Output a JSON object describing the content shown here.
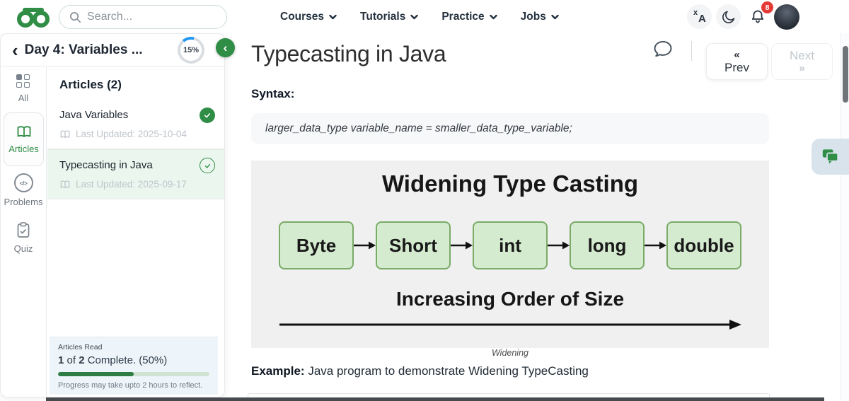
{
  "navbar": {
    "search_placeholder": "Search...",
    "menu": [
      {
        "label": "Courses"
      },
      {
        "label": "Tutorials"
      },
      {
        "label": "Practice"
      },
      {
        "label": "Jobs"
      }
    ],
    "notification_count": "8"
  },
  "sidebar": {
    "header": {
      "title": "Day 4: Variables ...",
      "progress": "15%"
    },
    "tabs": [
      {
        "label": "All"
      },
      {
        "label": "Articles"
      },
      {
        "label": "Problems"
      },
      {
        "label": "Quiz"
      }
    ],
    "list": {
      "section_title": "Articles (2)",
      "items": [
        {
          "title": "Java Variables",
          "updated": "Last Updated: 2025-10-04"
        },
        {
          "title": "Typecasting in Java",
          "updated": "Last Updated: 2025-09-17"
        }
      ]
    },
    "progress_box": {
      "label": "Articles Read",
      "n1": "1",
      "of": " of ",
      "n2": "2",
      "rest": " Complete. (50%)",
      "percent": 50,
      "note": "Progress may take upto 2 hours to reflect."
    }
  },
  "main": {
    "title": "Typecasting in Java",
    "nav": {
      "prev": "Prev",
      "next": "Next",
      "prev_glyph": "«",
      "next_glyph": "»"
    },
    "syntax_heading": "Syntax:",
    "syntax_code": "larger_data_type variable_name = smaller_data_type_variable;",
    "figure": {
      "title": "Widening Type Casting",
      "boxes": [
        "Byte",
        "Short",
        "int",
        "long",
        "double"
      ],
      "subtitle": "Increasing Order of Size",
      "caption": "Widening"
    },
    "example": {
      "bold": "Example:",
      "text": " Java program to demonstrate Widening TypeCasting"
    }
  },
  "icons": {
    "back_chevron": "‹",
    "collapse_chevron": "‹",
    "code_glyph": "</>"
  },
  "colors": {
    "brand_green": "#2f8d46",
    "progress_blue": "#2196f3",
    "badge_red": "#e53935"
  }
}
